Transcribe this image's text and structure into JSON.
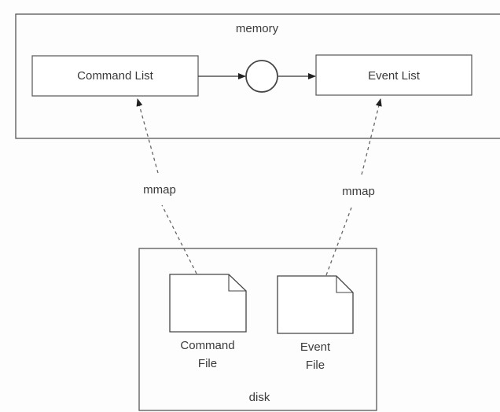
{
  "memory": {
    "label": "memory",
    "command_list": "Command List",
    "event_list": "Event List"
  },
  "links": {
    "left": "mmap",
    "right": "mmap"
  },
  "disk": {
    "label": "disk",
    "command_file": [
      "Command",
      "File"
    ],
    "event_file": [
      "Event",
      "File"
    ]
  }
}
